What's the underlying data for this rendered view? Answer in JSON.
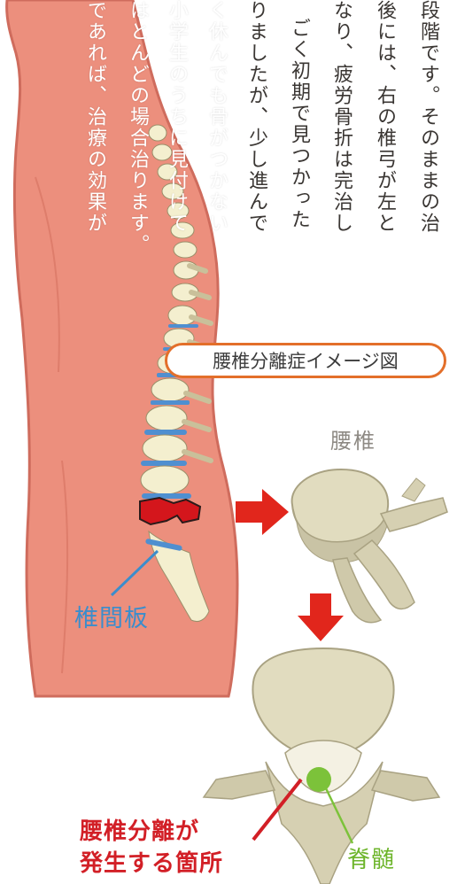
{
  "body_text": {
    "columns": [
      "段階です。そのままの治",
      "後には、右の椎弓が左と",
      "なり、疲労骨折は完治し",
      "ごく初期で見つかった",
      "りましたが、少し進んで",
      "く休んでも骨がつかない",
      "小学生のうちに見付けて",
      "はとんどの場合治ります。",
      "であれば、治療の効果が"
    ]
  },
  "badge": {
    "label": "腰椎分離症イメージ図"
  },
  "labels": {
    "lumbar": "腰椎",
    "disc": "椎間板",
    "separation_site_line1": "腰椎分離が",
    "separation_site_line2": "発生する箇所",
    "spinal_cord": "脊髄"
  },
  "colors": {
    "body_fill": "#ec8f7d",
    "body_outline": "#cf6c5d",
    "vertebra": "#f4efcf",
    "disc": "#4f8fd0",
    "lesion": "#d4161c",
    "bone_photo": "#e1dcbf",
    "arrow_red": "#e1261c",
    "badge_border": "#e36f2a",
    "cord_green": "#7cc23a"
  },
  "icons": {
    "right_arrow": "red-right-arrow-icon",
    "down_arrow": "red-down-arrow-icon"
  }
}
